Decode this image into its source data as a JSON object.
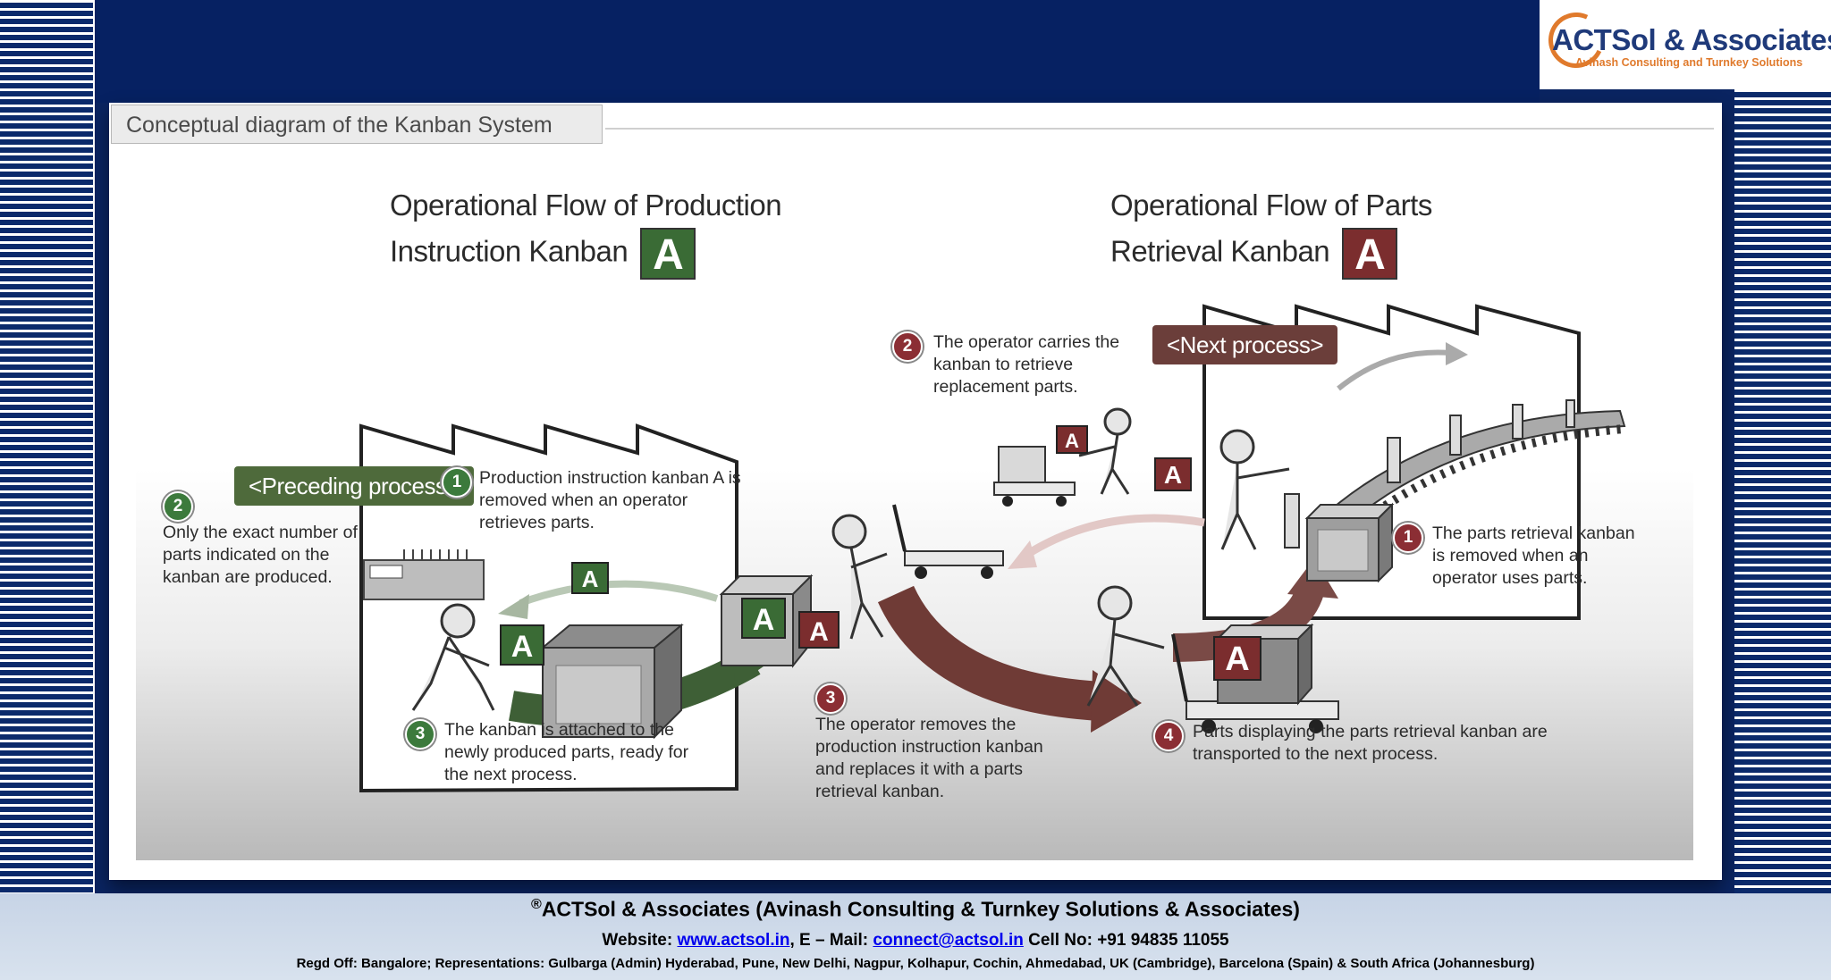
{
  "logo": {
    "title": "ACTSol & Associates",
    "subtitle": "Avinash Consulting and Turnkey Solutions"
  },
  "slide": {
    "tab_title": "Conceptual diagram of the Kanban System",
    "left_heading": {
      "line1": "Operational Flow of Production",
      "line2": "Instruction Kanban",
      "badge": "A",
      "badge_color": "#3a6b35"
    },
    "right_heading": {
      "line1": "Operational Flow of Parts",
      "line2": "Retrieval Kanban",
      "badge": "A",
      "badge_color": "#7b2d2e"
    },
    "preceding_process": "<Preceding process>",
    "next_process": "<Next  process>",
    "kanban_letter": "A",
    "production_steps": [
      {
        "num": "1",
        "text": "Production instruction kanban A is removed when an operator retrieves parts."
      },
      {
        "num": "2",
        "text": "Only the exact number of parts indicated on the kanban are produced."
      },
      {
        "num": "3",
        "text": "The kanban is attached to the newly produced parts, ready for the next process."
      }
    ],
    "retrieval_steps": [
      {
        "num": "1",
        "text": "The parts retrieval kanban is removed when an operator uses parts."
      },
      {
        "num": "2",
        "text": "The operator carries the kanban to retrieve replacement parts."
      },
      {
        "num": "3",
        "text": "The operator removes the production instruction kanban and replaces it with a parts retrieval kanban."
      },
      {
        "num": "4",
        "text": "Parts displaying the parts retrieval kanban are transported to the next  process."
      }
    ]
  },
  "footer": {
    "registered_mark": "®",
    "company": "ACTSol & Associates (Avinash Consulting & Turnkey Solutions & Associates)",
    "website_label": "Website:",
    "website": "www.actsol.in",
    "email_label": ",  E – Mail:",
    "email": "connect@actsol.in",
    "cell": "Cell No: +91 94835 11055",
    "offices": "Regd Off: Bangalore; Representations: Gulbarga (Admin) Hyderabad, Pune, New Delhi, Nagpur, Kolhapur, Cochin, Ahmedabad, UK (Cambridge), Barcelona (Spain) & South Africa (Johannesburg)"
  }
}
